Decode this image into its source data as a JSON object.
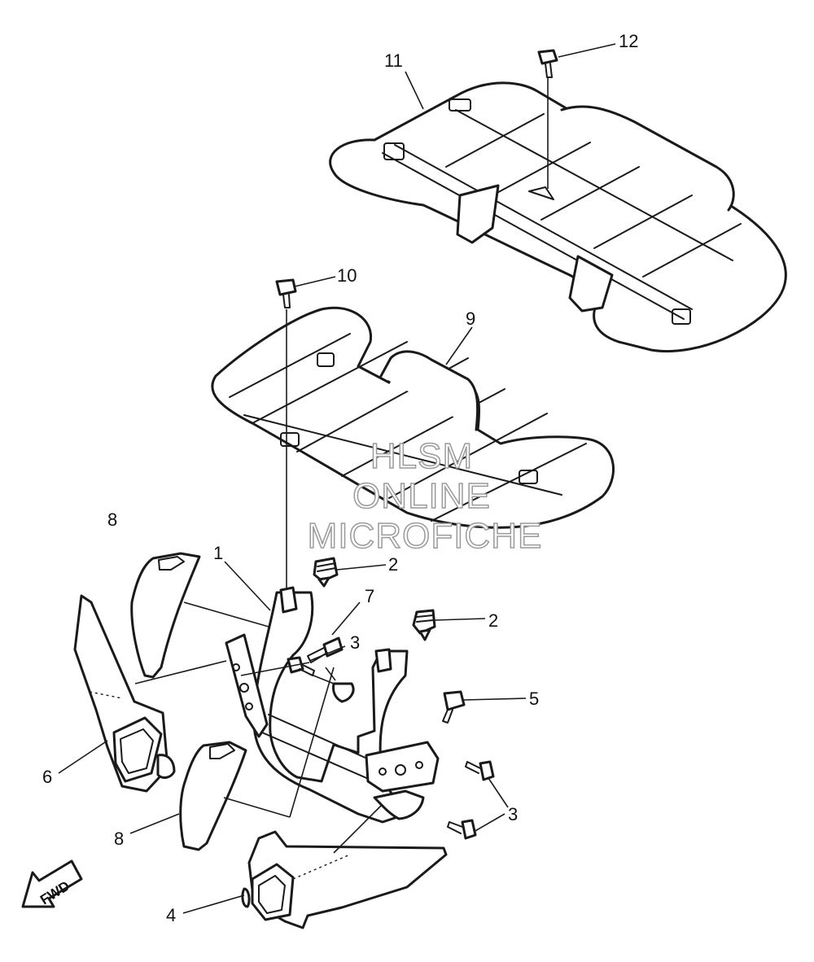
{
  "diagram": {
    "callouts": [
      {
        "id": "c1",
        "label": "1"
      },
      {
        "id": "c2a",
        "label": "2"
      },
      {
        "id": "c2b",
        "label": "2"
      },
      {
        "id": "c3a",
        "label": "3"
      },
      {
        "id": "c3b",
        "label": "3"
      },
      {
        "id": "c4",
        "label": "4"
      },
      {
        "id": "c5",
        "label": "5"
      },
      {
        "id": "c6",
        "label": "6"
      },
      {
        "id": "c7",
        "label": "7"
      },
      {
        "id": "c8a",
        "label": "8"
      },
      {
        "id": "c8b",
        "label": "8"
      },
      {
        "id": "c9",
        "label": "9"
      },
      {
        "id": "c10",
        "label": "10"
      },
      {
        "id": "c11",
        "label": "11"
      },
      {
        "id": "c12",
        "label": "12"
      }
    ],
    "direction_badge": "FWD",
    "watermark": [
      "HLSM",
      "ONLINE",
      "MICROFICHE"
    ],
    "colors": {
      "line": "#1a1a1a",
      "watermark_outline": "#9a9a9a",
      "background": "#ffffff"
    }
  }
}
